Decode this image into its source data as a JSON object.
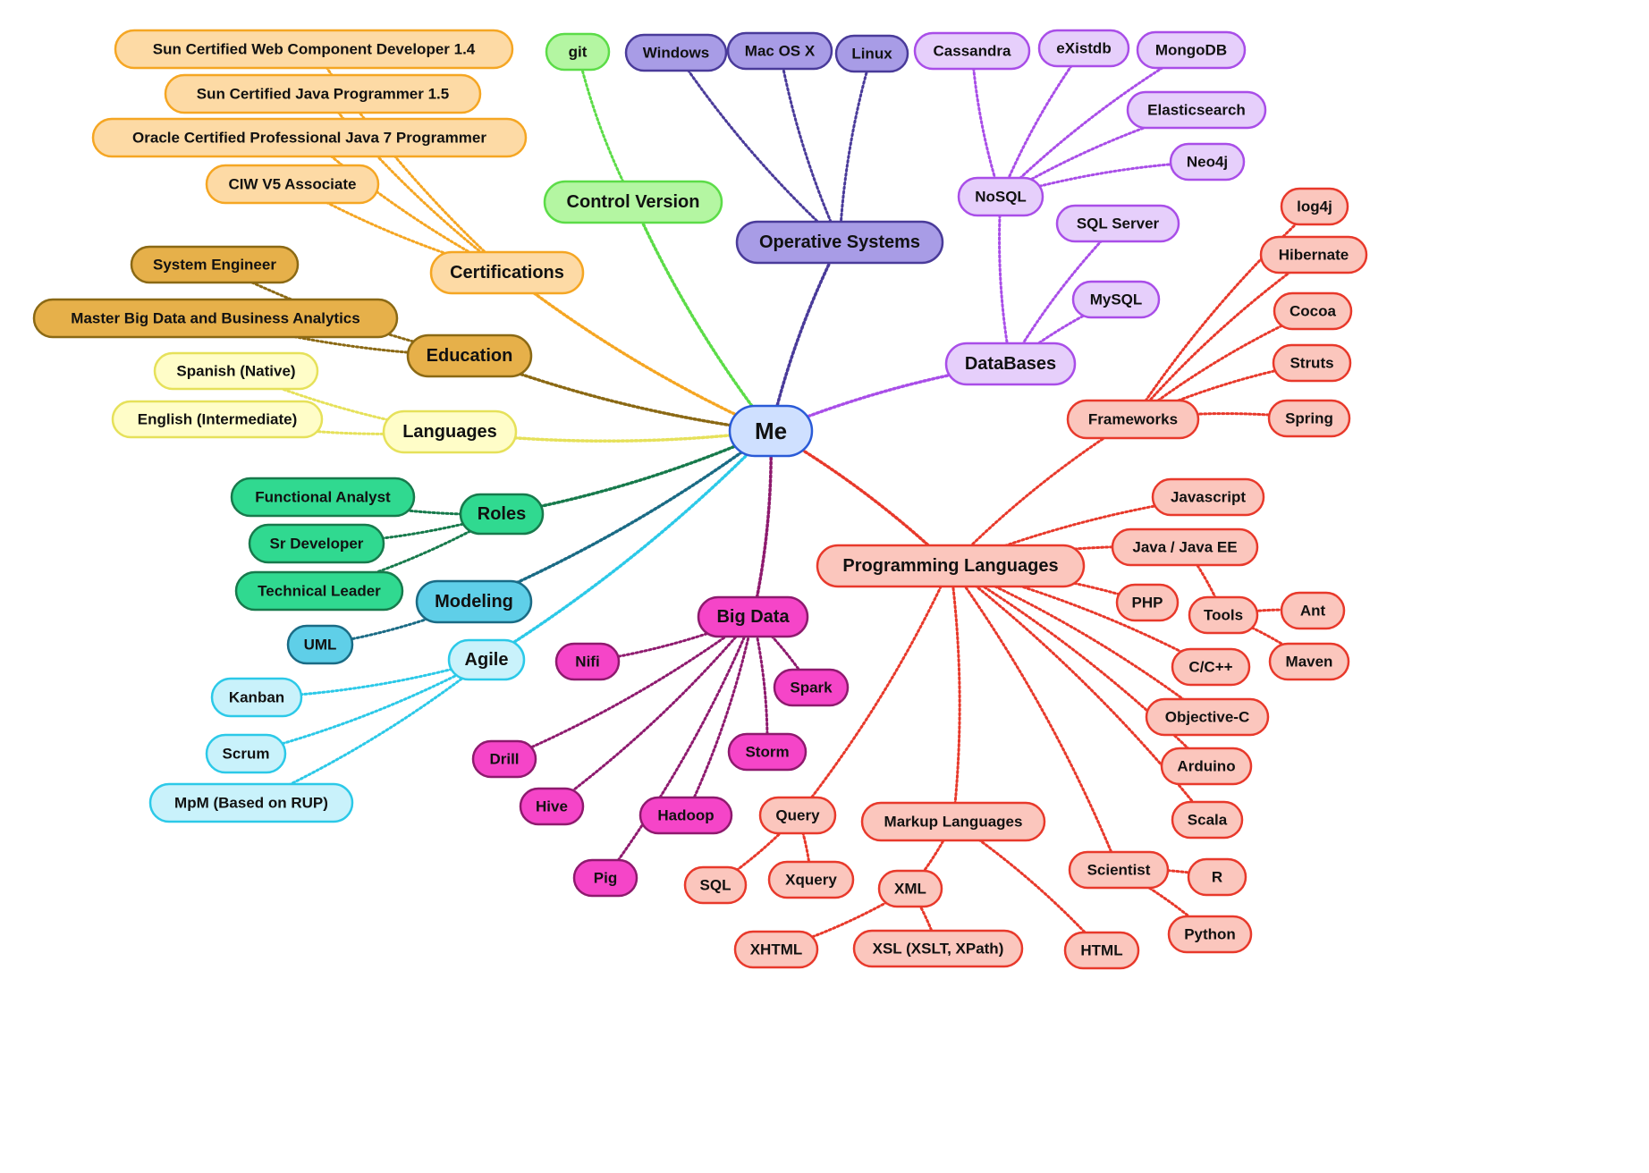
{
  "center": {
    "label": "Me"
  },
  "branches": [
    {
      "key": "certifications",
      "label": "Certifications",
      "color": "#f5a623",
      "fill": "#fddaa5",
      "children": [
        "Sun Certified Web Component Developer 1.4",
        "Sun Certified Java Programmer 1.5",
        "Oracle Certified Professional Java 7 Programmer",
        "CIW V5 Associate"
      ]
    },
    {
      "key": "education",
      "label": "Education",
      "color": "#8b6914",
      "fill": "#e6b04a",
      "children": [
        "System Engineer",
        "Master Big Data and Business Analytics"
      ]
    },
    {
      "key": "languages",
      "label": "Languages",
      "color": "#e6e15a",
      "fill": "#fffdc8",
      "children": [
        "Spanish (Native)",
        "English (Intermediate)"
      ]
    },
    {
      "key": "roles",
      "label": "Roles",
      "color": "#177a4c",
      "fill": "#30d990",
      "children": [
        "Functional Analyst",
        "Sr Developer",
        "Technical Leader"
      ]
    },
    {
      "key": "modeling",
      "label": "Modeling",
      "color": "#1a6b85",
      "fill": "#5fcfe8",
      "children": [
        "UML"
      ]
    },
    {
      "key": "agile",
      "label": "Agile",
      "color": "#2cc9e8",
      "fill": "#c9f2fb",
      "children": [
        "Kanban",
        "Scrum",
        "MpM (Based on RUP)"
      ]
    },
    {
      "key": "control_version",
      "label": "Control Version",
      "color": "#5cdc48",
      "fill": "#b4f6a2",
      "children": [
        "git"
      ]
    },
    {
      "key": "operative_systems",
      "label": "Operative Systems",
      "color": "#4a3b9a",
      "fill": "#a89ce6",
      "children": [
        "Windows",
        "Mac OS X",
        "Linux"
      ]
    },
    {
      "key": "databases",
      "label": "DataBases",
      "color": "#a94ee8",
      "fill": "#e6cffb",
      "children": [
        {
          "label": "NoSQL",
          "children": [
            "Cassandra",
            "eXistdb",
            "MongoDB",
            "Elasticsearch",
            "Neo4j"
          ]
        },
        "SQL Server",
        "MySQL"
      ]
    },
    {
      "key": "big_data",
      "label": "Big Data",
      "color": "#8e1a6e",
      "fill": "#f545c8",
      "children": [
        "Nifi",
        "Spark",
        "Drill",
        "Storm",
        "Hive",
        "Hadoop",
        "Pig"
      ]
    },
    {
      "key": "programming_languages",
      "label": "Programming Languages",
      "color": "#e8392b",
      "fill": "#fbc6bd",
      "children": [
        {
          "label": "Frameworks",
          "children": [
            "log4j",
            "Hibernate",
            "Cocoa",
            "Struts",
            "Spring"
          ]
        },
        "Javascript",
        {
          "label": "Java / Java EE",
          "children": [
            {
              "label": "Tools",
              "children": [
                "Ant",
                "Maven"
              ]
            }
          ]
        },
        "PHP",
        "C/C++",
        "Objective-C",
        "Arduino",
        "Scala",
        {
          "label": "Scientist",
          "children": [
            "R",
            "Python"
          ]
        },
        {
          "label": "Markup Languages",
          "children": [
            {
              "label": "XML",
              "children": [
                "XHTML",
                "XSL (XSLT, XPath)"
              ]
            },
            "HTML"
          ]
        },
        {
          "label": "Query",
          "children": [
            "SQL",
            "Xquery"
          ]
        }
      ]
    }
  ],
  "center_style": {
    "color": "#2a5bd7",
    "fill": "#cfe0ff"
  }
}
